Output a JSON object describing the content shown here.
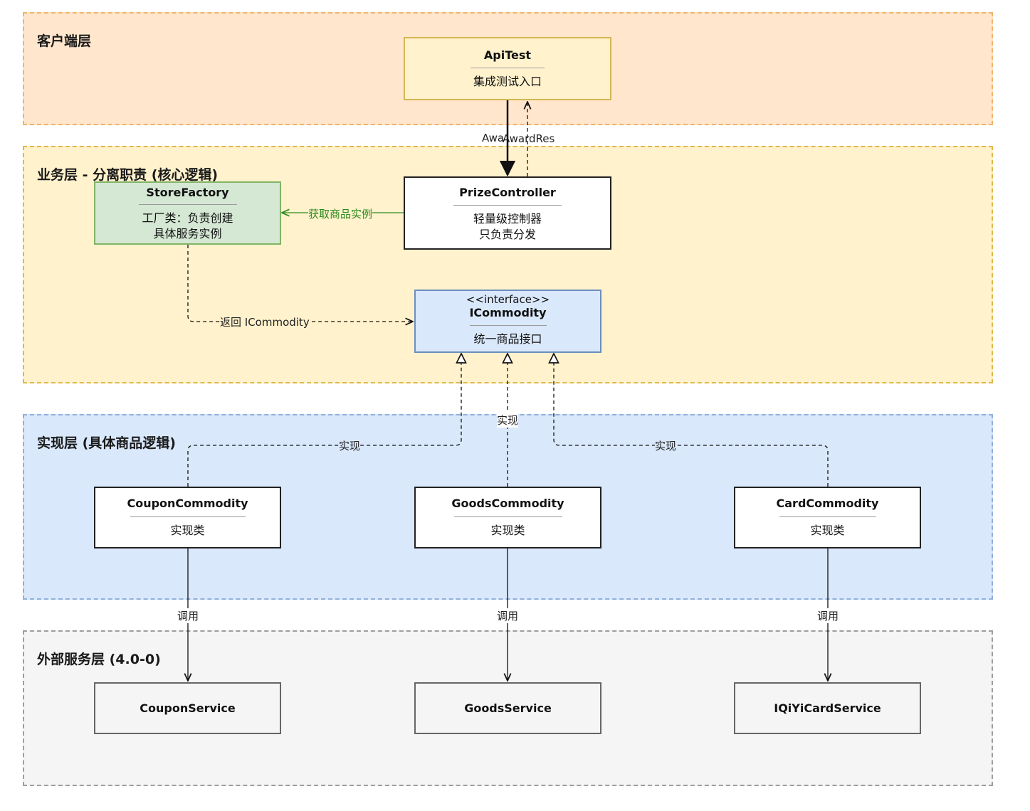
{
  "layers": {
    "client": {
      "title": "客户端层",
      "fill": "#ffe6cc",
      "stroke": "#f0b36a"
    },
    "business": {
      "title": "业务层 - 分离职责 (核心逻辑)",
      "fill": "#fff2cc",
      "stroke": "#e0b84a"
    },
    "impl": {
      "title": "实现层 (具体商品逻辑)",
      "fill": "#dae8fc",
      "stroke": "#8fb0dc"
    },
    "external": {
      "title": "外部服务层 (4.0-0)",
      "fill": "#f5f5f5",
      "stroke": "#9e9e9e"
    }
  },
  "nodes": {
    "apitest": {
      "name": "ApiTest",
      "desc": "集成测试入口",
      "fill": "#fff2cc",
      "stroke": "#d6b656"
    },
    "prize_controller": {
      "name": "PrizeController",
      "desc_line1": "轻量级控制器",
      "desc_line2": "只负责分发"
    },
    "store_factory": {
      "name": "StoreFactory",
      "desc_line1": "工厂类：负责创建",
      "desc_line2": "具体服务实例",
      "fill": "#d5e8d4",
      "stroke": "#82b366"
    },
    "icommodity": {
      "stereotype": "<<interface>>",
      "name": "ICommodity",
      "desc": "统一商品接口",
      "fill": "#dae8fc",
      "stroke": "#6c8ebf"
    },
    "coupon_commodity": {
      "name": "CouponCommodity",
      "desc": "实现类"
    },
    "goods_commodity": {
      "name": "GoodsCommodity",
      "desc": "实现类"
    },
    "card_commodity": {
      "name": "CardCommodity",
      "desc": "实现类"
    },
    "coupon_service": {
      "name": "CouponService"
    },
    "goods_service": {
      "name": "GoodsService"
    },
    "iqiyi_card_service": {
      "name": "IQiYiCardService"
    }
  },
  "edges": {
    "apitest_to_controller": "Awa",
    "controller_to_apitest": "AwardRes",
    "controller_to_factory": "获取商品实例",
    "factory_to_interface": "返回 ICommodity",
    "coupon_realizes": "实现",
    "goods_realizes": "实现",
    "card_realizes": "实现",
    "coupon_calls": "调用",
    "goods_calls": "调用",
    "card_calls": "调用"
  },
  "colors": {
    "green_edge": "#2d8a1e",
    "line": "#111111"
  }
}
